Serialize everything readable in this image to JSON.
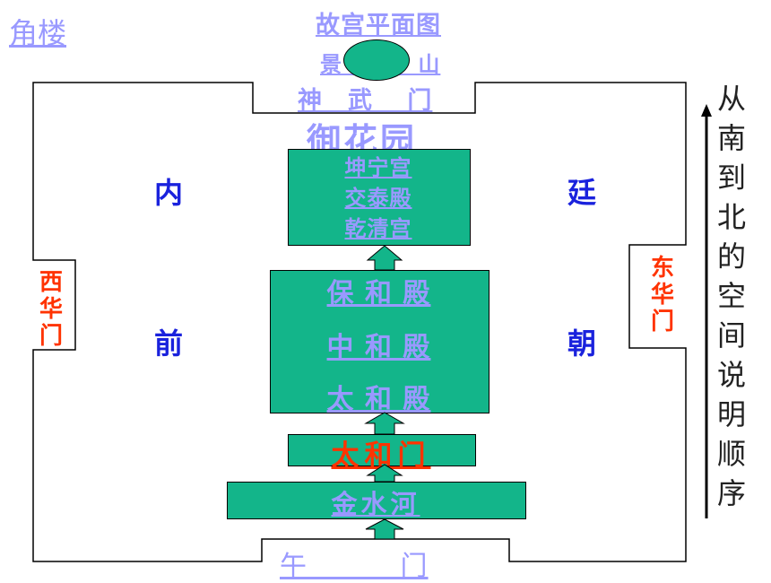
{
  "title": "故宫平面图",
  "corner_tower": "角楼",
  "jingshan": "景　　 　山",
  "shenwu_gate": "神　武　 门",
  "imperial_garden": "御花园",
  "inner_halls": [
    "坤宁宫",
    "交泰殿",
    "乾清宫"
  ],
  "outer_halls": [
    "保 和 殿",
    "中 和 殿",
    "太 和 殿"
  ],
  "taihe_gate": "太和门",
  "jinshui_river": "金水河",
  "wu_gate": "午　　 　门",
  "west_gate": "西华门",
  "east_gate": "东华门",
  "inner_court_chars": [
    "内",
    "廷"
  ],
  "outer_court_chars": [
    "前",
    "朝"
  ],
  "order_caption": "从南到北的空间说明顺序",
  "colors": {
    "hall_fill": "#13b58a",
    "link_text": "#9999ff",
    "court_text": "#1a22dd",
    "gate_text": "#ff3300"
  }
}
